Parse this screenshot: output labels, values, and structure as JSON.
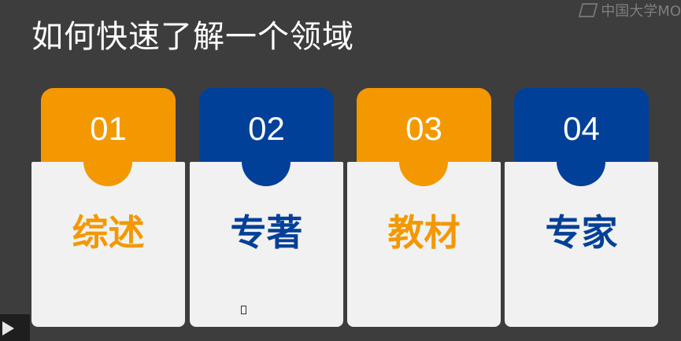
{
  "slide": {
    "title": "如何快速了解一个领域",
    "watermark": "中国大学MO"
  },
  "cards": [
    {
      "number": "01",
      "label": "综述",
      "color": "#f39800"
    },
    {
      "number": "02",
      "label": "专著",
      "color": "#004098"
    },
    {
      "number": "03",
      "label": "教材",
      "color": "#f39800"
    },
    {
      "number": "04",
      "label": "专家",
      "color": "#004098"
    }
  ],
  "icons": [
    "play-icon",
    "cursor-icon",
    "mooc-logo-icon"
  ]
}
